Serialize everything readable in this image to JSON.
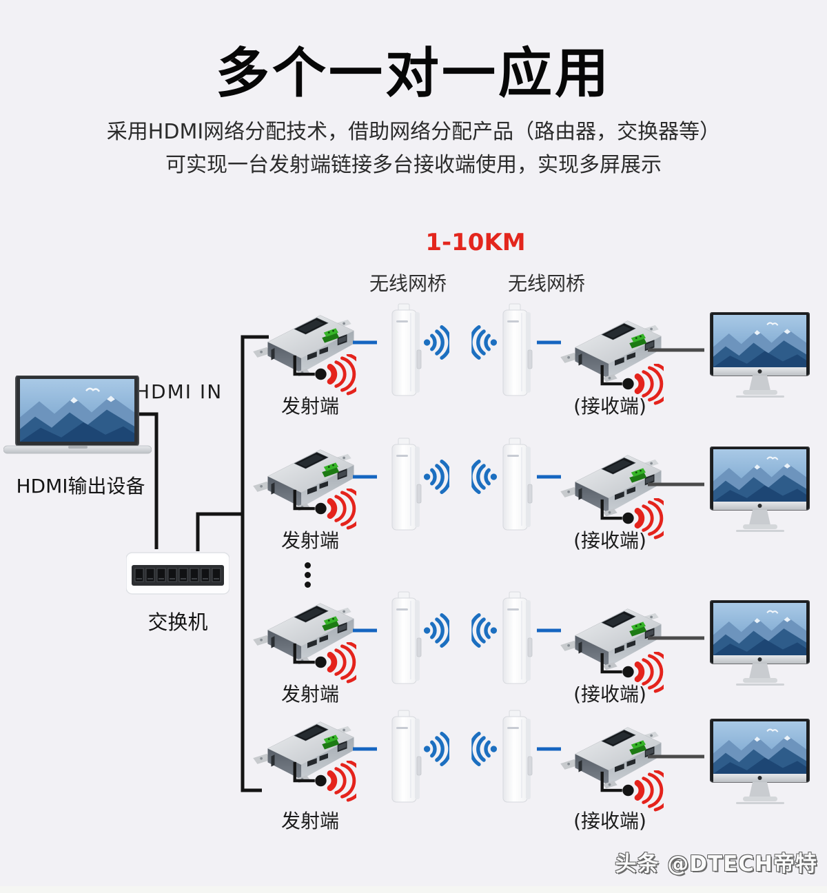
{
  "header": {
    "title": "多个一对一应用",
    "subtitle_line1": "采用HDMI网络分配技术，借助网络分配产品（路由器，交换器等）",
    "subtitle_line2": "可实现一台发射端链接多台接收端使用，实现多屏展示"
  },
  "diagram": {
    "distance_label": "1-10KM",
    "wireless_bridge_label_left": "无线网桥",
    "wireless_bridge_label_right": "无线网桥",
    "hdmi_in_label": "HDMI IN",
    "hdmi_source_label": "HDMI输出设备",
    "switch_label": "交换机",
    "rows": [
      {
        "transmitter_label": "发射端",
        "receiver_label": "(接收端)"
      },
      {
        "transmitter_label": "发射端",
        "receiver_label": "(接收端)"
      },
      {
        "transmitter_label": "发射端",
        "receiver_label": "(接收端)"
      },
      {
        "transmitter_label": "发射端",
        "receiver_label": "(接收端)"
      }
    ]
  },
  "watermark": {
    "text": "头条 @DTECH帝特"
  },
  "colors": {
    "background": "#f2f1f5",
    "distance_red": "#e3261d",
    "ir_red": "#e4231c",
    "wifi_blue": "#1c6fc0",
    "link_blue": "#1565c0",
    "cable_black": "#141414",
    "monitor_link_gray": "#4a4a4a",
    "terminal_green": "#36b428"
  }
}
